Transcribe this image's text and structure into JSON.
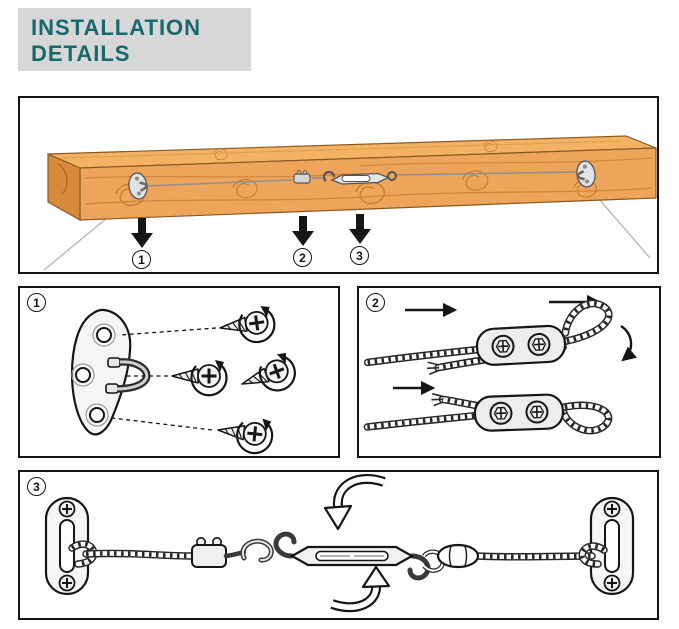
{
  "header": {
    "title_line1": "INSTALLATION",
    "title_line2": "DETAILS"
  },
  "overview": {
    "steps": [
      {
        "number": "1"
      },
      {
        "number": "2"
      },
      {
        "number": "3"
      }
    ]
  },
  "panels": [
    {
      "number": "1"
    },
    {
      "number": "2"
    },
    {
      "number": "3"
    }
  ],
  "colors": {
    "accent_teal": "#17696d",
    "header_gray": "#d7d7d7",
    "wood_top": "#f3b264",
    "wood_front": "#eea45b",
    "wood_end": "#d68a3c",
    "wood_grain": "#c8802f",
    "line": "#161616"
  }
}
